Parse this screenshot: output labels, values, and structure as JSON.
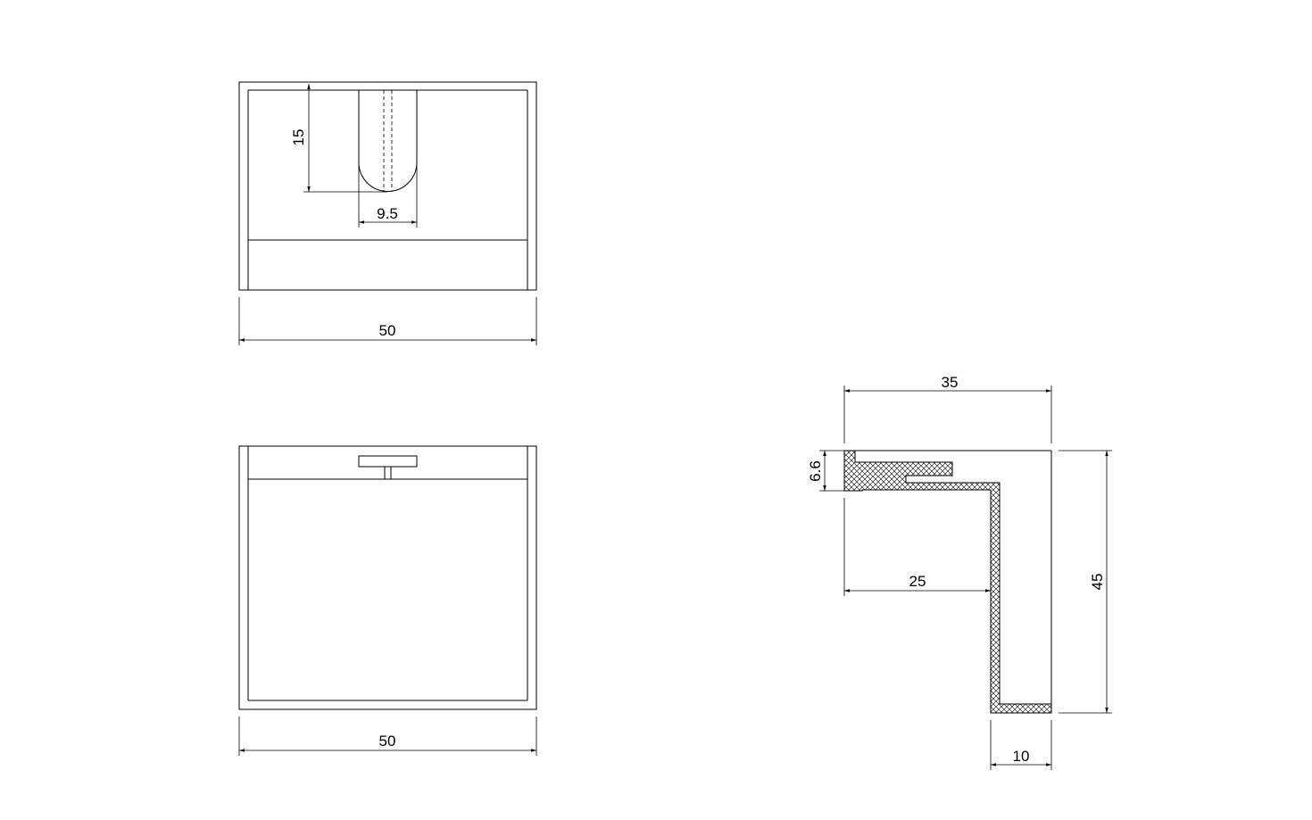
{
  "views": {
    "top": {
      "width_label": "50",
      "slot_depth_label": "15",
      "slot_width_label": "9.5"
    },
    "front": {
      "width_label": "50"
    },
    "section": {
      "width_label": "35",
      "height_label": "45",
      "lip_label": "6.6",
      "inner_label": "25",
      "base_label": "10"
    }
  },
  "colors": {
    "line": "#000000",
    "background": "#ffffff"
  }
}
